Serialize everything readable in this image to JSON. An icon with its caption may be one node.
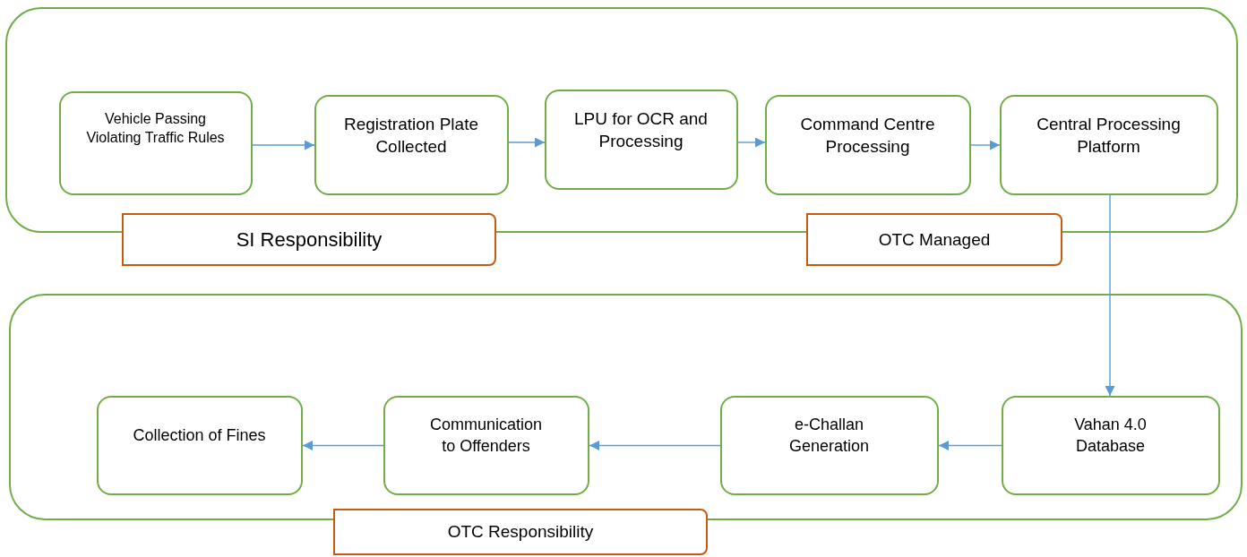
{
  "diagram": {
    "nodes": [
      {
        "text": [],
        "shape": "box"
      },
      {
        "text": [
          "Vehicle Passing Violating Traffic Rules"
        ],
        "in": 0
      },
      {
        "text": [
          "Registration Plate Collected"
        ],
        "in": 0
      },
      {
        "text": [
          "LPU for OCR and Processing"
        ],
        "in": 0
      },
      {
        "text": [
          "Command Centre Processing"
        ],
        "in": 0
      },
      {
        "text": [
          "Central Processing Platform"
        ],
        "in": 0
      },
      {
        "text": [
          "SI Responsibility"
        ]
      },
      {
        "text": [
          "OTC Managed"
        ]
      },
      {
        "text": [],
        "shape": "box"
      },
      {
        "text": [
          "Collection of Fines"
        ],
        "in": 8
      },
      {
        "text": [
          "Communication to Offenders"
        ],
        "in": 8
      },
      {
        "text": [
          "e-Challan Generation"
        ],
        "in": 8
      },
      {
        "text": [
          "Vahan 4.0 Database"
        ],
        "in": 8
      },
      {
        "text": [
          "OTC Responsibility"
        ]
      }
    ],
    "edges": [
      {
        "from": 1,
        "to": 2,
        "arrow": "to"
      },
      {
        "from": 2,
        "to": 3,
        "arrow": "to"
      },
      {
        "from": 3,
        "to": 4,
        "arrow": "to"
      },
      {
        "from": 4,
        "to": 5,
        "arrow": "to"
      },
      {
        "from": 5,
        "to": 12,
        "arrow": "to"
      },
      {
        "from": 12,
        "to": 11,
        "arrow": "to"
      },
      {
        "from": 11,
        "to": 10,
        "arrow": "to"
      },
      {
        "from": 10,
        "to": 9,
        "arrow": "to"
      }
    ]
  }
}
